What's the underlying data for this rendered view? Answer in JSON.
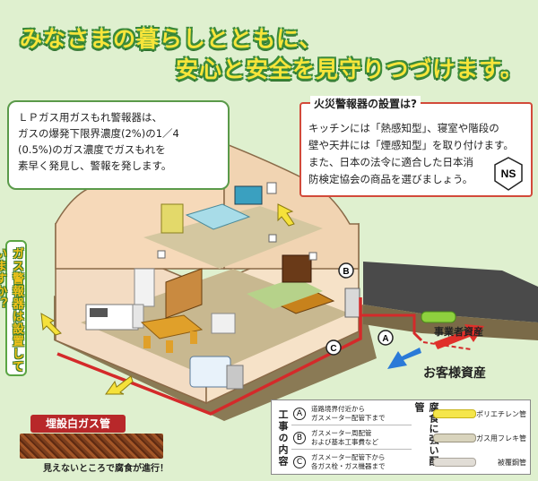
{
  "headline": {
    "line1": "みなさまの暮らしとともに、",
    "line2": "安心と安全を見守りつづけます。"
  },
  "gas_alarm_note": {
    "lines": [
      "ＬＰガス用ガスもれ警報器は、",
      "ガスの爆発下限界濃度(2%)の1／4",
      "(0.5%)のガス濃度でガスもれを",
      "素早く発見し、警報を発します。"
    ]
  },
  "fire_alarm_note": {
    "title": "火災警報器の設置は?",
    "lines": [
      "キッチンには「熱感知型」、寝室や階段の",
      "壁や天井には「煙感知型」を取り付けます。",
      "また、日本の法令に適合した日本消",
      "防検定協会の商品を選びましょう。"
    ],
    "badge_text": "NS"
  },
  "vertical_note": "ガス警報器は設置していますか？",
  "buried_pipe": {
    "tag": "埋設白ガス管",
    "caption": "見えないところで腐食が進行！"
  },
  "assets": {
    "resident": "事業者資産",
    "customer": "お客様資産"
  },
  "markers": {
    "a": "A",
    "b": "B",
    "c": "C"
  },
  "legend": {
    "section_title": "工事の内容",
    "pipe_title": "腐食に強い配管",
    "rows": [
      {
        "code": "A",
        "desc1": "道路境界付近から",
        "desc2": "ガスメーター配管下まで"
      },
      {
        "code": "B",
        "desc1": "ガスメーター周配管",
        "desc2": "および基本工事費など"
      },
      {
        "code": "C",
        "desc1": "ガスメーター配管下から",
        "desc2": "各ガス栓・ガス機器まで"
      }
    ],
    "pipes": [
      {
        "label": "ポリエチレン管"
      },
      {
        "label": "ガス用フレキ管"
      },
      {
        "label": "被覆鋼管"
      }
    ]
  },
  "colors": {
    "headline": "#f7e53a",
    "outline": "#3b8a3a",
    "pipe_red": "#d42a2a",
    "arrow_red": "#e0302a",
    "arrow_blue": "#2a7ad8"
  }
}
